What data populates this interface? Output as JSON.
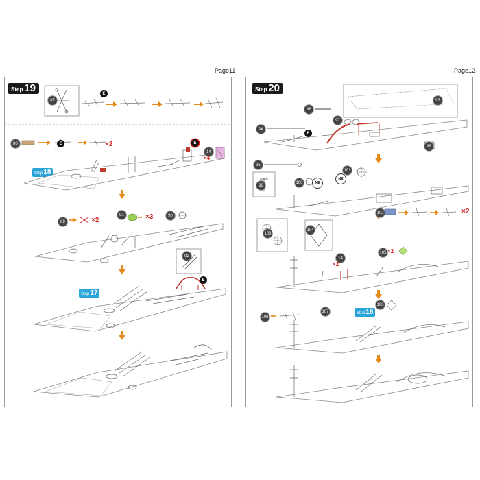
{
  "pages": {
    "left": {
      "page_label": "Page11"
    },
    "right": {
      "page_label": "Page12"
    }
  },
  "steps": {
    "step19": {
      "word": "Step",
      "number": "19"
    },
    "step20": {
      "word": "Step",
      "number": "20"
    }
  },
  "references": {
    "ref18": {
      "word": "Step",
      "number": "18"
    },
    "ref17": {
      "word": "Step",
      "number": "17"
    },
    "ref16": {
      "word": "Step",
      "number": "16"
    }
  },
  "parts_left": [
    "87",
    "88",
    "89",
    "91",
    "90",
    "92",
    "14"
  ],
  "parts_right": [
    "93",
    "96",
    "97",
    "94",
    "95",
    "98",
    "99",
    "100",
    "101",
    "102",
    "103",
    "104",
    "105",
    "106",
    "107",
    "108",
    "14"
  ],
  "markers": {
    "E": "E",
    "NE": "NE"
  },
  "quantities": {
    "x2": "×2",
    "x3": "×3",
    "x4": "×4"
  },
  "colors": {
    "accent_red": "#d42828",
    "arrow_orange": "#e88a1a",
    "badge_blue": "#2aa5d8",
    "ink": "#1a1a1a"
  }
}
